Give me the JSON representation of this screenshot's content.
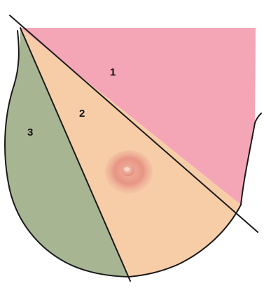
{
  "diagram": {
    "regions": [
      {
        "id": "1",
        "label": "1",
        "color": "#f4a6b6"
      },
      {
        "id": "2",
        "label": "2",
        "color": "#f7cda8"
      },
      {
        "id": "3",
        "label": "3",
        "color": "#a8b592"
      }
    ],
    "outline_color": "#1a1a1a",
    "nipple_color": "#e79584"
  }
}
